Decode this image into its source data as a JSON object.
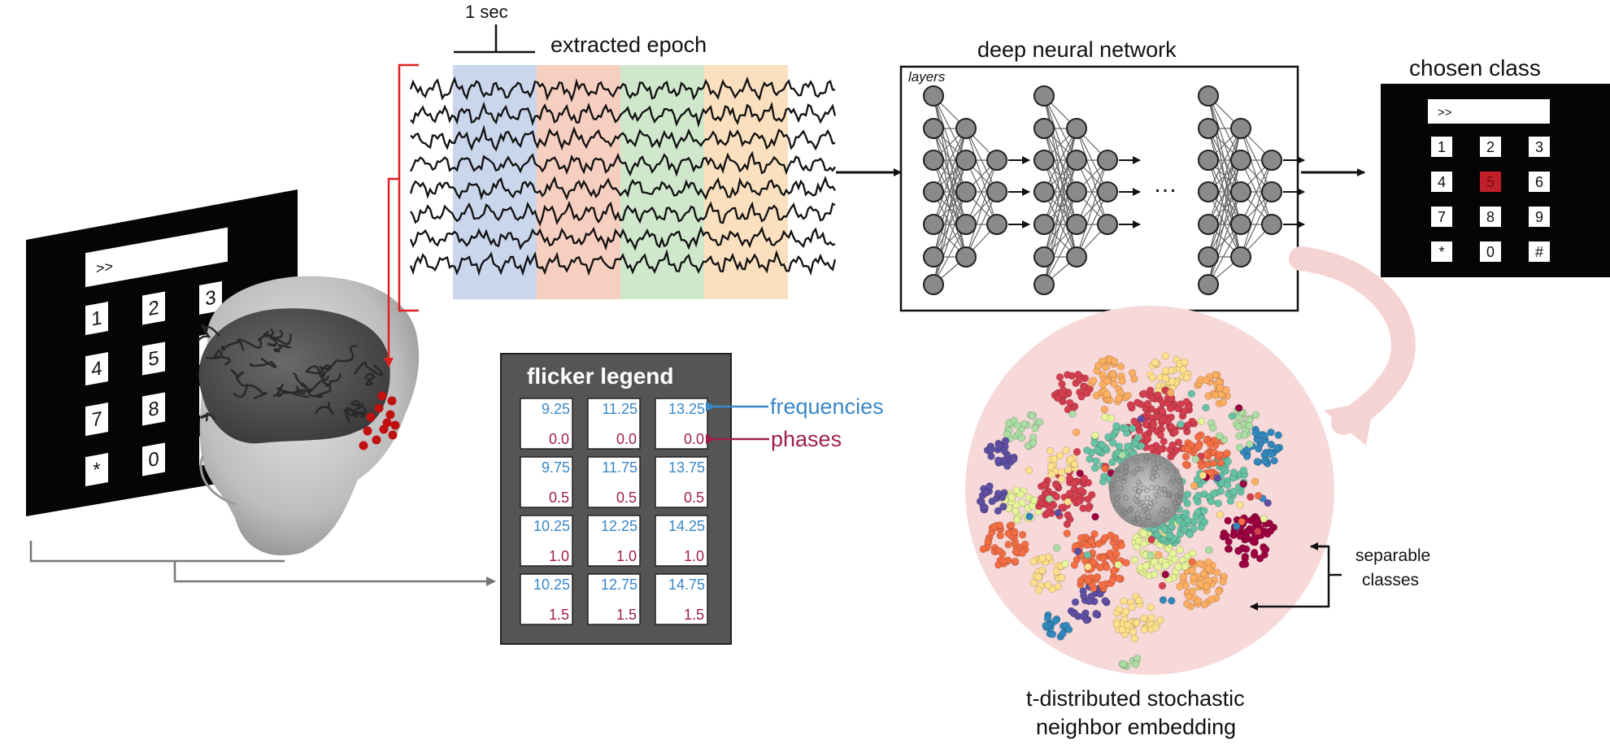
{
  "labels": {
    "one_sec": "1 sec",
    "extracted_epoch": "extracted epoch",
    "deep_neural_network": "deep neural network",
    "layers": "layers",
    "ellipsis": "…",
    "chosen_class": "chosen class",
    "flicker_legend": "flicker legend",
    "frequencies": "frequencies",
    "phases": "phases",
    "separable_line1": "separable",
    "separable_line2": "classes",
    "tsne_line1": "t-distributed stochastic",
    "tsne_line2": "neighbor embedding"
  },
  "keypad": {
    "prompt": ">>",
    "keys": [
      "1",
      "2",
      "3",
      "4",
      "5",
      "6",
      "7",
      "8",
      "9",
      "*",
      "0",
      "#"
    ],
    "selected_key": "5"
  },
  "flicker": {
    "frequencies": [
      "9.25",
      "11.25",
      "13.25",
      "9.75",
      "11.75",
      "13.75",
      "10.25",
      "12.25",
      "14.25",
      "10.25",
      "12.75",
      "14.75"
    ],
    "phases": [
      "0.0",
      "0.0",
      "0.0",
      "0.5",
      "0.5",
      "0.5",
      "1.0",
      "1.0",
      "1.0",
      "1.5",
      "1.5",
      "1.5"
    ]
  },
  "colors": {
    "frequency": "#3a87c8",
    "phase": "#a0204a",
    "selected_key": "#c0202a",
    "electrode": "#c01010",
    "red_bracket": "#e02020",
    "epoch_bands": [
      "#c9d6ec",
      "#f7cfc0",
      "#cfe8cc",
      "#fbe0c0"
    ],
    "tsne_background": "#f7d9d9",
    "cluster_palette": [
      "#d53e4f",
      "#f46d43",
      "#fdae61",
      "#fee08b",
      "#e6f598",
      "#abdda4",
      "#66c2a5",
      "#3288bd",
      "#5e4fa2",
      "#9e0142"
    ]
  },
  "icons": {
    "brain": "brain-icon",
    "head": "head-icon"
  }
}
